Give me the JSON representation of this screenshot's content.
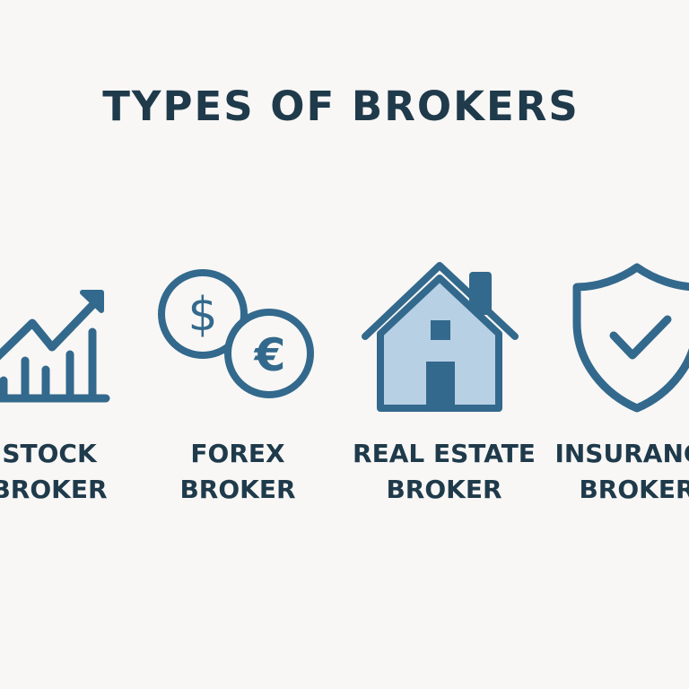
{
  "title": "TYPES OF BROKERS",
  "colors": {
    "icon": "#33698c",
    "house_fill": "#b7d0e4",
    "text": "#1f3a4a",
    "background": "#f8f7f5"
  },
  "brokers": [
    {
      "icon": "rising-chart-icon",
      "line1": "STOCK",
      "line2": "BROKER"
    },
    {
      "icon": "currency-coins-icon",
      "line1": "FOREX",
      "line2": "BROKER"
    },
    {
      "icon": "house-icon",
      "line1": "REAL ESTATE",
      "line2": "BROKER"
    },
    {
      "icon": "shield-check-icon",
      "line1": "INSURANCE",
      "line2": "BROKER"
    }
  ]
}
